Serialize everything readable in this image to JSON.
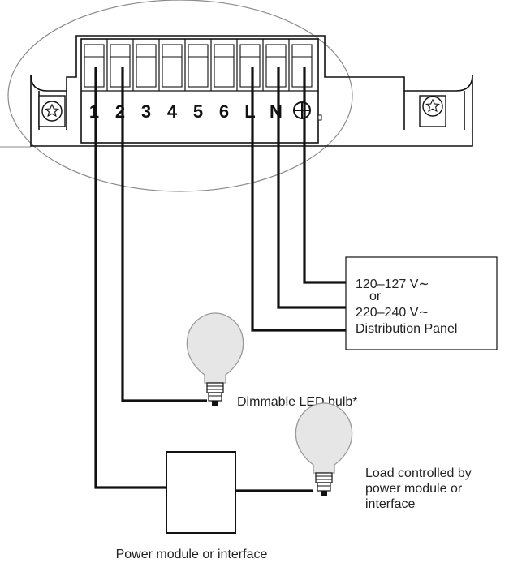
{
  "terminals": [
    "1",
    "2",
    "3",
    "4",
    "5",
    "6",
    "L",
    "N"
  ],
  "ground_symbol": "⊕",
  "distribution_panel": {
    "line1": "120–127 V∼",
    "line2": "or",
    "line3": "220–240 V∼",
    "line4": "Distribution Panel"
  },
  "dimmable_bulb_label": "Dimmable LED bulb*",
  "load_label": {
    "line1": "Load controlled by",
    "line2": "power module or",
    "line3": "interface"
  },
  "power_module_label": "Power module or interface",
  "icons": [
    "screw-left-icon",
    "screw-right-icon",
    "ground-icon",
    "led-bulb-icon",
    "load-bulb-icon"
  ],
  "colors": {
    "line": "#111111",
    "bulb": "#e8e8e8",
    "outline": "#9a9a9a"
  }
}
